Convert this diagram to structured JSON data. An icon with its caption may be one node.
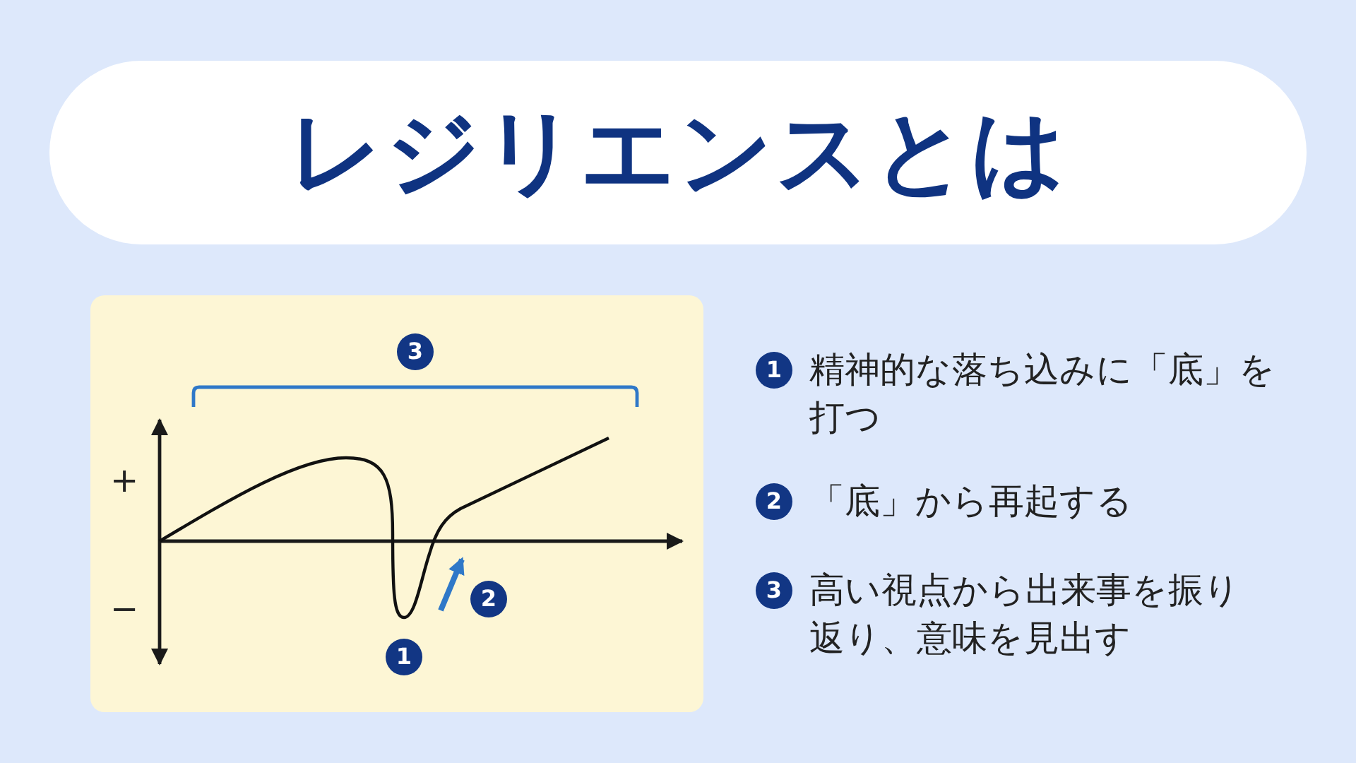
{
  "diagram": {
    "title": "レジリエンスとは",
    "nodes": [
      {
        "text": [
          "3"
        ]
      },
      {
        "text": [
          "2"
        ]
      },
      {
        "text": [
          "1"
        ]
      },
      {
        "text": [
          "1"
        ],
        "beside": [
          "精神的な落ち込みに「底」を打つ"
        ]
      },
      {
        "text": [
          "2"
        ],
        "beside": [
          "「底」から再起する"
        ]
      },
      {
        "text": [
          "3"
        ],
        "beside": [
          "高い視点から出来事を振り返り、意味を見出す"
        ]
      }
    ],
    "labels": [
      "+",
      "−"
    ]
  }
}
